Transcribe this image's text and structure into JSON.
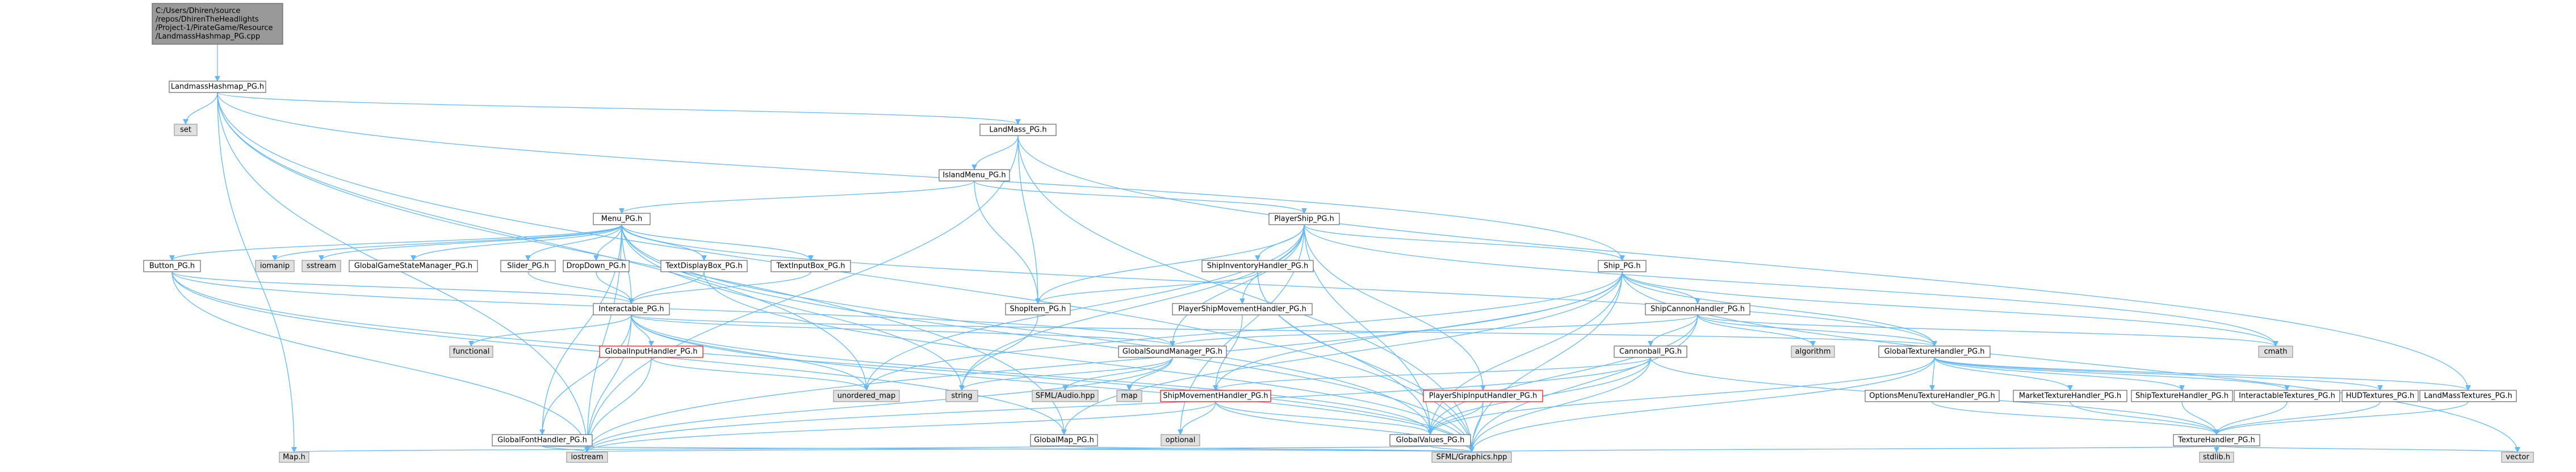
{
  "diagram": {
    "colors": {
      "edge": "#63b8ff",
      "node_fill": "#ffffff",
      "node_border": "#666666",
      "root_fill": "#999999",
      "root_border": "#666666",
      "external_fill": "#e0e0e0",
      "external_border": "#999999",
      "red_text": "#ff0000",
      "red_border": "#ff0000"
    },
    "nodes": [
      {
        "id": "root",
        "kind": "root",
        "lines": [
          "C:/Users/Dhiren/source",
          "/repos/DhirenTheHeadlights",
          "/Project-1/PirateGame/Resource",
          "/LandmassHashmap_PG.cpp"
        ]
      },
      {
        "id": "LandmassHashmap_PG.h",
        "kind": "normal",
        "lines": [
          "LandmassHashmap_PG.h"
        ]
      },
      {
        "id": "set",
        "kind": "external",
        "lines": [
          "set"
        ]
      },
      {
        "id": "LandMass_PG.h",
        "kind": "normal",
        "lines": [
          "LandMass_PG.h"
        ]
      },
      {
        "id": "IslandMenu_PG.h",
        "kind": "normal",
        "lines": [
          "IslandMenu_PG.h"
        ]
      },
      {
        "id": "Menu_PG.h",
        "kind": "normal",
        "lines": [
          "Menu_PG.h"
        ]
      },
      {
        "id": "PlayerShip_PG.h",
        "kind": "normal",
        "lines": [
          "PlayerShip_PG.h"
        ]
      },
      {
        "id": "Button_PG.h",
        "kind": "normal",
        "lines": [
          "Button_PG.h"
        ]
      },
      {
        "id": "iomanip",
        "kind": "external",
        "lines": [
          "iomanip"
        ]
      },
      {
        "id": "sstream",
        "kind": "external",
        "lines": [
          "sstream"
        ]
      },
      {
        "id": "GlobalGameStateManager_PG.h",
        "kind": "normal",
        "lines": [
          "GlobalGameStateManager_PG.h"
        ]
      },
      {
        "id": "Slider_PG.h",
        "kind": "normal",
        "lines": [
          "Slider_PG.h"
        ]
      },
      {
        "id": "DropDown_PG.h",
        "kind": "normal",
        "lines": [
          "DropDown_PG.h"
        ]
      },
      {
        "id": "TextDisplayBox_PG.h",
        "kind": "normal",
        "lines": [
          "TextDisplayBox_PG.h"
        ]
      },
      {
        "id": "TextInputBox_PG.h",
        "kind": "normal",
        "lines": [
          "TextInputBox_PG.h"
        ]
      },
      {
        "id": "ShipInventoryHandler_PG.h",
        "kind": "normal",
        "lines": [
          "ShipInventoryHandler_PG.h"
        ]
      },
      {
        "id": "Ship_PG.h",
        "kind": "normal",
        "lines": [
          "Ship_PG.h"
        ]
      },
      {
        "id": "Interactable_PG.h",
        "kind": "normal",
        "lines": [
          "Interactable_PG.h"
        ]
      },
      {
        "id": "ShopItem_PG.h",
        "kind": "normal",
        "lines": [
          "ShopItem_PG.h"
        ]
      },
      {
        "id": "PlayerShipMovementHandler_PG.h",
        "kind": "normal",
        "lines": [
          "PlayerShipMovementHandler_PG.h"
        ]
      },
      {
        "id": "ShipCannonHandler_PG.h",
        "kind": "normal",
        "lines": [
          "ShipCannonHandler_PG.h"
        ]
      },
      {
        "id": "functional",
        "kind": "external",
        "lines": [
          "functional"
        ]
      },
      {
        "id": "GlobalInputHandler_PG.h",
        "kind": "red",
        "lines": [
          "GlobalInputHandler_PG.h"
        ]
      },
      {
        "id": "GlobalSoundManager_PG.h",
        "kind": "normal",
        "lines": [
          "GlobalSoundManager_PG.h"
        ]
      },
      {
        "id": "algorithm",
        "kind": "external",
        "lines": [
          "algorithm"
        ]
      },
      {
        "id": "GlobalTextureHandler_PG.h",
        "kind": "normal",
        "lines": [
          "GlobalTextureHandler_PG.h"
        ]
      },
      {
        "id": "cmath",
        "kind": "external",
        "lines": [
          "cmath"
        ]
      },
      {
        "id": "Cannonball_PG.h",
        "kind": "normal",
        "lines": [
          "Cannonball_PG.h"
        ]
      },
      {
        "id": "unordered_map",
        "kind": "external",
        "lines": [
          "unordered_map"
        ]
      },
      {
        "id": "string",
        "kind": "external",
        "lines": [
          "string"
        ]
      },
      {
        "id": "SFMLAudio.hpp",
        "kind": "external",
        "lines": [
          "SFML/Audio.hpp"
        ]
      },
      {
        "id": "map",
        "kind": "external",
        "lines": [
          "map"
        ]
      },
      {
        "id": "ShipMovementHandler_PG.h",
        "kind": "red",
        "lines": [
          "ShipMovementHandler_PG.h"
        ]
      },
      {
        "id": "PlayerShipInputHandler_PG.h",
        "kind": "red",
        "lines": [
          "PlayerShipInputHandler_PG.h"
        ]
      },
      {
        "id": "OptionsMenuTextureHandler_PG.h",
        "kind": "normal",
        "lines": [
          "OptionsMenuTextureHandler_PG.h"
        ]
      },
      {
        "id": "MarketTextureHandler_PG.h",
        "kind": "normal",
        "lines": [
          "MarketTextureHandler_PG.h"
        ]
      },
      {
        "id": "ShipTextureHandler_PG.h",
        "kind": "normal",
        "lines": [
          "ShipTextureHandler_PG.h"
        ]
      },
      {
        "id": "InteractableTextures_PG.h",
        "kind": "normal",
        "lines": [
          "InteractableTextures_PG.h"
        ]
      },
      {
        "id": "HUDTextures_PG.h",
        "kind": "normal",
        "lines": [
          "HUDTextures_PG.h"
        ]
      },
      {
        "id": "LandMassTextures_PG.h",
        "kind": "normal",
        "lines": [
          "LandMassTextures_PG.h"
        ]
      },
      {
        "id": "GlobalFontHandler_PG.h",
        "kind": "normal",
        "lines": [
          "GlobalFontHandler_PG.h"
        ]
      },
      {
        "id": "optional",
        "kind": "external",
        "lines": [
          "optional"
        ]
      },
      {
        "id": "GlobalMap_PG.h",
        "kind": "normal",
        "lines": [
          "GlobalMap_PG.h"
        ]
      },
      {
        "id": "GlobalValues_PG.h",
        "kind": "normal",
        "lines": [
          "GlobalValues_PG.h"
        ]
      },
      {
        "id": "TextureHandler_PG.h",
        "kind": "normal",
        "lines": [
          "TextureHandler_PG.h"
        ]
      },
      {
        "id": "Map.h",
        "kind": "external",
        "lines": [
          "Map.h"
        ]
      },
      {
        "id": "iostream",
        "kind": "external",
        "lines": [
          "iostream"
        ]
      },
      {
        "id": "SFMLGraphics.hpp",
        "kind": "external",
        "lines": [
          "SFML/Graphics.hpp"
        ]
      },
      {
        "id": "vector",
        "kind": "external",
        "lines": [
          "vector"
        ]
      },
      {
        "id": "stdlib.h",
        "kind": "external",
        "lines": [
          "stdlib.h"
        ]
      }
    ],
    "edges": [
      [
        "root",
        "LandmassHashmap_PG.h"
      ],
      [
        "LandmassHashmap_PG.h",
        "set"
      ],
      [
        "LandmassHashmap_PG.h",
        "LandMass_PG.h"
      ],
      [
        "LandmassHashmap_PG.h",
        "Ship_PG.h"
      ],
      [
        "LandmassHashmap_PG.h",
        "Map.h"
      ],
      [
        "LandmassHashmap_PG.h",
        "iostream"
      ],
      [
        "LandmassHashmap_PG.h",
        "SFMLGraphics.hpp"
      ],
      [
        "LandmassHashmap_PG.h",
        "unordered_map"
      ],
      [
        "LandmassHashmap_PG.h",
        "GlobalMap_PG.h"
      ],
      [
        "LandMass_PG.h",
        "IslandMenu_PG.h"
      ],
      [
        "LandMass_PG.h",
        "ShopItem_PG.h"
      ],
      [
        "LandMass_PG.h",
        "LandMassTextures_PG.h"
      ],
      [
        "LandMass_PG.h",
        "SFMLGraphics.hpp"
      ],
      [
        "LandMass_PG.h",
        "iostream"
      ],
      [
        "IslandMenu_PG.h",
        "Menu_PG.h"
      ],
      [
        "IslandMenu_PG.h",
        "PlayerShip_PG.h"
      ],
      [
        "IslandMenu_PG.h",
        "ShopItem_PG.h"
      ],
      [
        "Menu_PG.h",
        "Button_PG.h"
      ],
      [
        "Menu_PG.h",
        "iomanip"
      ],
      [
        "Menu_PG.h",
        "sstream"
      ],
      [
        "Menu_PG.h",
        "GlobalGameStateManager_PG.h"
      ],
      [
        "Menu_PG.h",
        "Slider_PG.h"
      ],
      [
        "Menu_PG.h",
        "DropDown_PG.h"
      ],
      [
        "Menu_PG.h",
        "TextDisplayBox_PG.h"
      ],
      [
        "Menu_PG.h",
        "TextInputBox_PG.h"
      ],
      [
        "Menu_PG.h",
        "Interactable_PG.h"
      ],
      [
        "Menu_PG.h",
        "string"
      ],
      [
        "Menu_PG.h",
        "GlobalFontHandler_PG.h"
      ],
      [
        "Menu_PG.h",
        "GlobalValues_PG.h"
      ],
      [
        "Menu_PG.h",
        "iostream"
      ],
      [
        "Menu_PG.h",
        "SFMLGraphics.hpp"
      ],
      [
        "Menu_PG.h",
        "GlobalTextureHandler_PG.h"
      ],
      [
        "Button_PG.h",
        "Interactable_PG.h"
      ],
      [
        "Button_PG.h",
        "iostream"
      ],
      [
        "Button_PG.h",
        "SFMLGraphics.hpp"
      ],
      [
        "Button_PG.h",
        "GlobalSoundManager_PG.h"
      ],
      [
        "Button_PG.h",
        "GlobalMap_PG.h"
      ],
      [
        "Slider_PG.h",
        "Interactable_PG.h"
      ],
      [
        "DropDown_PG.h",
        "Interactable_PG.h"
      ],
      [
        "TextDisplayBox_PG.h",
        "Interactable_PG.h"
      ],
      [
        "TextDisplayBox_PG.h",
        "SFMLGraphics.hpp"
      ],
      [
        "TextInputBox_PG.h",
        "Interactable_PG.h"
      ],
      [
        "Interactable_PG.h",
        "functional"
      ],
      [
        "Interactable_PG.h",
        "GlobalInputHandler_PG.h"
      ],
      [
        "Interactable_PG.h",
        "GlobalSoundManager_PG.h"
      ],
      [
        "Interactable_PG.h",
        "GlobalFontHandler_PG.h"
      ],
      [
        "Interactable_PG.h",
        "GlobalValues_PG.h"
      ],
      [
        "Interactable_PG.h",
        "GlobalTextureHandler_PG.h"
      ],
      [
        "Interactable_PG.h",
        "unordered_map"
      ],
      [
        "Interactable_PG.h",
        "iostream"
      ],
      [
        "Interactable_PG.h",
        "SFMLGraphics.hpp"
      ],
      [
        "GlobalInputHandler_PG.h",
        "unordered_map"
      ],
      [
        "GlobalInputHandler_PG.h",
        "iostream"
      ],
      [
        "GlobalSoundManager_PG.h",
        "SFMLAudio.hpp"
      ],
      [
        "GlobalSoundManager_PG.h",
        "map"
      ],
      [
        "GlobalSoundManager_PG.h",
        "string"
      ],
      [
        "GlobalSoundManager_PG.h",
        "iostream"
      ],
      [
        "GlobalFontHandler_PG.h",
        "iostream"
      ],
      [
        "GlobalFontHandler_PG.h",
        "SFMLGraphics.hpp"
      ],
      [
        "PlayerShip_PG.h",
        "ShipInventoryHandler_PG.h"
      ],
      [
        "PlayerShip_PG.h",
        "Ship_PG.h"
      ],
      [
        "PlayerShip_PG.h",
        "PlayerShipMovementHandler_PG.h"
      ],
      [
        "PlayerShip_PG.h",
        "PlayerShipInputHandler_PG.h"
      ],
      [
        "PlayerShip_PG.h",
        "ShopItem_PG.h"
      ],
      [
        "PlayerShip_PG.h",
        "unordered_map"
      ],
      [
        "PlayerShip_PG.h",
        "string"
      ],
      [
        "PlayerShip_PG.h",
        "optional"
      ],
      [
        "PlayerShip_PG.h",
        "GlobalValues_PG.h"
      ],
      [
        "PlayerShip_PG.h",
        "GlobalSoundManager_PG.h"
      ],
      [
        "PlayerShip_PG.h",
        "cmath"
      ],
      [
        "ShipInventoryHandler_PG.h",
        "ShopItem_PG.h"
      ],
      [
        "ShipInventoryHandler_PG.h",
        "GlobalValues_PG.h"
      ],
      [
        "ShipInventoryHandler_PG.h",
        "SFMLGraphics.hpp"
      ],
      [
        "ShopItem_PG.h",
        "string"
      ],
      [
        "PlayerShipMovementHandler_PG.h",
        "ShipMovementHandler_PG.h"
      ],
      [
        "PlayerShipInputHandler_PG.h",
        "SFMLGraphics.hpp"
      ],
      [
        "PlayerShipInputHandler_PG.h",
        "GlobalValues_PG.h"
      ],
      [
        "Ship_PG.h",
        "ShipCannonHandler_PG.h"
      ],
      [
        "Ship_PG.h",
        "GlobalTextureHandler_PG.h"
      ],
      [
        "Ship_PG.h",
        "GlobalValues_PG.h"
      ],
      [
        "Ship_PG.h",
        "GlobalMap_PG.h"
      ],
      [
        "Ship_PG.h",
        "cmath"
      ],
      [
        "Ship_PG.h",
        "vector"
      ],
      [
        "Ship_PG.h",
        "iostream"
      ],
      [
        "Ship_PG.h",
        "SFMLGraphics.hpp"
      ],
      [
        "Ship_PG.h",
        "ShipMovementHandler_PG.h"
      ],
      [
        "Ship_PG.h",
        "unordered_map"
      ],
      [
        "ShipCannonHandler_PG.h",
        "algorithm"
      ],
      [
        "ShipCannonHandler_PG.h",
        "Cannonball_PG.h"
      ],
      [
        "ShipCannonHandler_PG.h",
        "GlobalTextureHandler_PG.h"
      ],
      [
        "ShipCannonHandler_PG.h",
        "GlobalSoundManager_PG.h"
      ],
      [
        "ShipCannonHandler_PG.h",
        "GlobalValues_PG.h"
      ],
      [
        "ShipCannonHandler_PG.h",
        "SFMLGraphics.hpp"
      ],
      [
        "ShipCannonHandler_PG.h",
        "cmath"
      ],
      [
        "Cannonball_PG.h",
        "GlobalValues_PG.h"
      ],
      [
        "Cannonball_PG.h",
        "TextureHandler_PG.h"
      ],
      [
        "Cannonball_PG.h",
        "iostream"
      ],
      [
        "Cannonball_PG.h",
        "SFMLGraphics.hpp"
      ],
      [
        "Cannonball_PG.h",
        "ShipMovementHandler_PG.h"
      ],
      [
        "ShipMovementHandler_PG.h",
        "GlobalValues_PG.h"
      ],
      [
        "ShipMovementHandler_PG.h",
        "optional"
      ],
      [
        "ShipMovementHandler_PG.h",
        "iostream"
      ],
      [
        "ShipMovementHandler_PG.h",
        "SFMLGraphics.hpp"
      ],
      [
        "GlobalTextureHandler_PG.h",
        "OptionsMenuTextureHandler_PG.h"
      ],
      [
        "GlobalTextureHandler_PG.h",
        "MarketTextureHandler_PG.h"
      ],
      [
        "GlobalTextureHandler_PG.h",
        "ShipTextureHandler_PG.h"
      ],
      [
        "GlobalTextureHandler_PG.h",
        "InteractableTextures_PG.h"
      ],
      [
        "GlobalTextureHandler_PG.h",
        "HUDTextures_PG.h"
      ],
      [
        "GlobalTextureHandler_PG.h",
        "LandMassTextures_PG.h"
      ],
      [
        "GlobalTextureHandler_PG.h",
        "GlobalValues_PG.h"
      ],
      [
        "GlobalTextureHandler_PG.h",
        "SFMLGraphics.hpp"
      ],
      [
        "OptionsMenuTextureHandler_PG.h",
        "TextureHandler_PG.h"
      ],
      [
        "MarketTextureHandler_PG.h",
        "TextureHandler_PG.h"
      ],
      [
        "ShipTextureHandler_PG.h",
        "TextureHandler_PG.h"
      ],
      [
        "InteractableTextures_PG.h",
        "TextureHandler_PG.h"
      ],
      [
        "HUDTextures_PG.h",
        "TextureHandler_PG.h"
      ],
      [
        "LandMassTextures_PG.h",
        "TextureHandler_PG.h"
      ],
      [
        "TextureHandler_PG.h",
        "SFMLGraphics.hpp"
      ],
      [
        "TextureHandler_PG.h",
        "vector"
      ],
      [
        "TextureHandler_PG.h",
        "stdlib.h"
      ],
      [
        "GlobalMap_PG.h",
        "Map.h"
      ],
      [
        "GlobalMap_PG.h",
        "SFMLGraphics.hpp"
      ],
      [
        "GlobalValues_PG.h",
        "iostream"
      ],
      [
        "GlobalValues_PG.h",
        "SFMLGraphics.hpp"
      ]
    ]
  }
}
